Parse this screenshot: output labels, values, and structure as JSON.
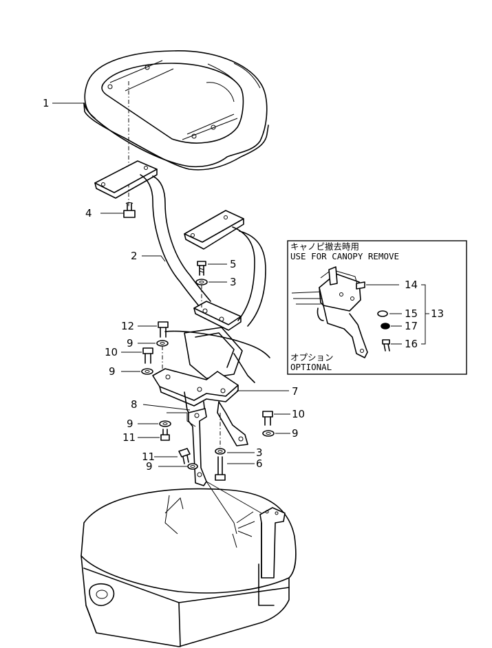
{
  "callouts": {
    "c1": "1",
    "c2": "2",
    "c3a": "3",
    "c4": "4",
    "c5": "5",
    "c12": "12",
    "c9a": "9",
    "c10a": "10",
    "c9b": "9",
    "c7": "7",
    "c8": "8",
    "c9c": "9",
    "c10b": "10",
    "c11a": "11",
    "c9d": "9",
    "c11b": "11",
    "c3b": "3",
    "c9e": "9",
    "c6": "6",
    "c14": "14",
    "c15": "15",
    "c13": "13",
    "c17": "17",
    "c16": "16"
  },
  "inset": {
    "title_jp": "キャノピ撤去時用",
    "title_en": "USE FOR CANOPY REMOVE",
    "footer_jp": "オプション",
    "footer_en": "OPTIONAL"
  }
}
